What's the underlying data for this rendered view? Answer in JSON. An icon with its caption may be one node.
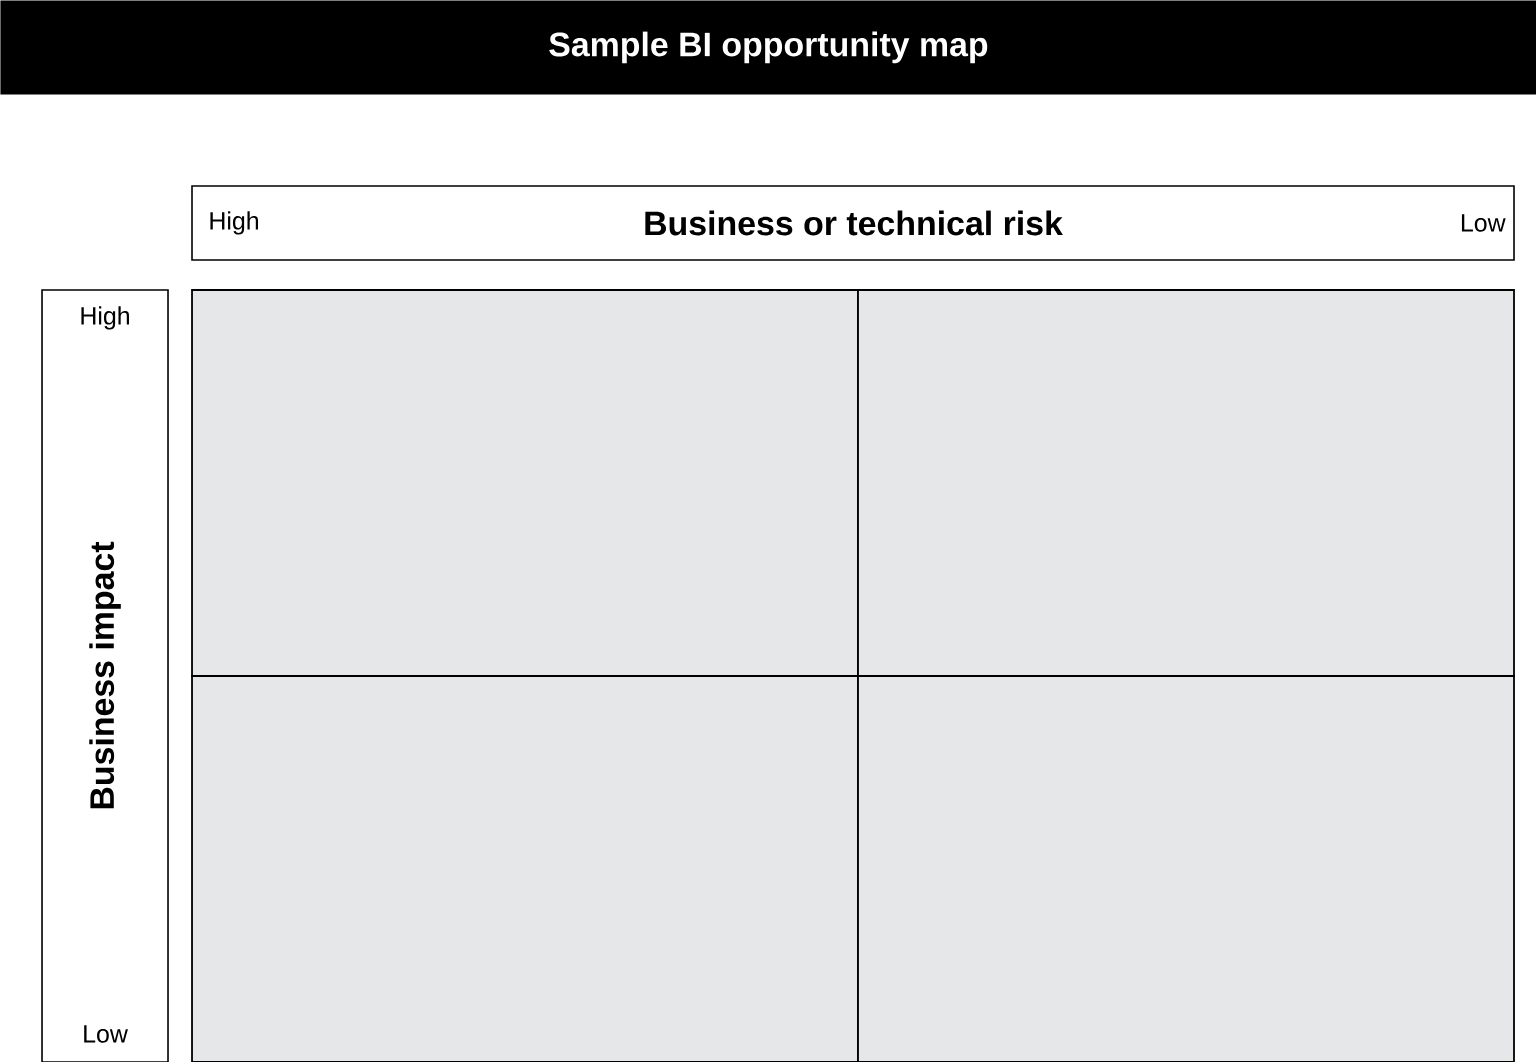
{
  "diagram": {
    "title": "Sample BI opportunity map",
    "nodes": [
      {
        "text": [
          "High",
          "Business or technical risk",
          "Low"
        ]
      },
      {
        "text": [
          "High",
          "Business impact",
          "Low"
        ]
      },
      {
        "text": [],
        "shape": "box"
      },
      {
        "text": [],
        "shape": "box"
      },
      {
        "text": [],
        "shape": "box"
      },
      {
        "text": [],
        "shape": "box"
      }
    ],
    "edges": []
  }
}
